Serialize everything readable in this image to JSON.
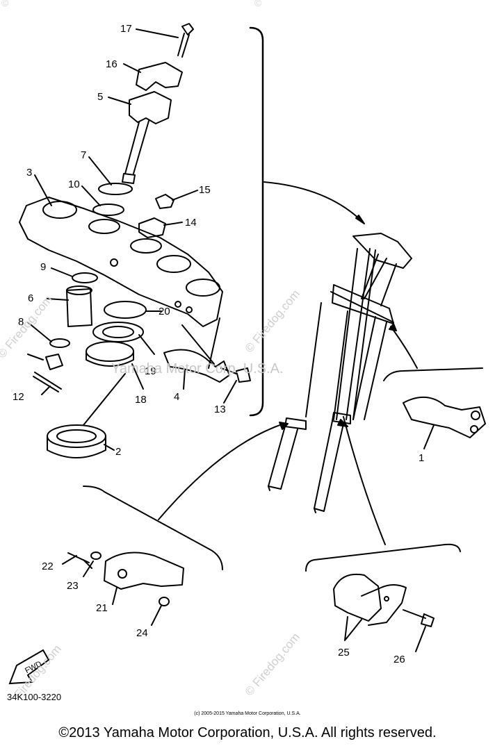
{
  "diagram": {
    "callouts": [
      "17",
      "16",
      "5",
      "7",
      "3",
      "10",
      "15",
      "14",
      "9",
      "6",
      "20",
      "8",
      "19",
      "18",
      "4",
      "13",
      "12",
      "2",
      "1",
      "22",
      "23",
      "21",
      "24",
      "25",
      "26"
    ],
    "fwd_label": "FWD",
    "part_code": "34K100-3220",
    "small_copyright": "(c) 2005-2015 Yamaha Motor Corporation, U.S.A.",
    "footer_copyright": "©2013 Yamaha Motor Corporation, U.S.A. All rights reserved."
  },
  "watermarks": {
    "firedog": "Firedog.com",
    "yamaha": "Yamaha Motor Corp. U.S.A.",
    "copyright_symbol": "©"
  }
}
